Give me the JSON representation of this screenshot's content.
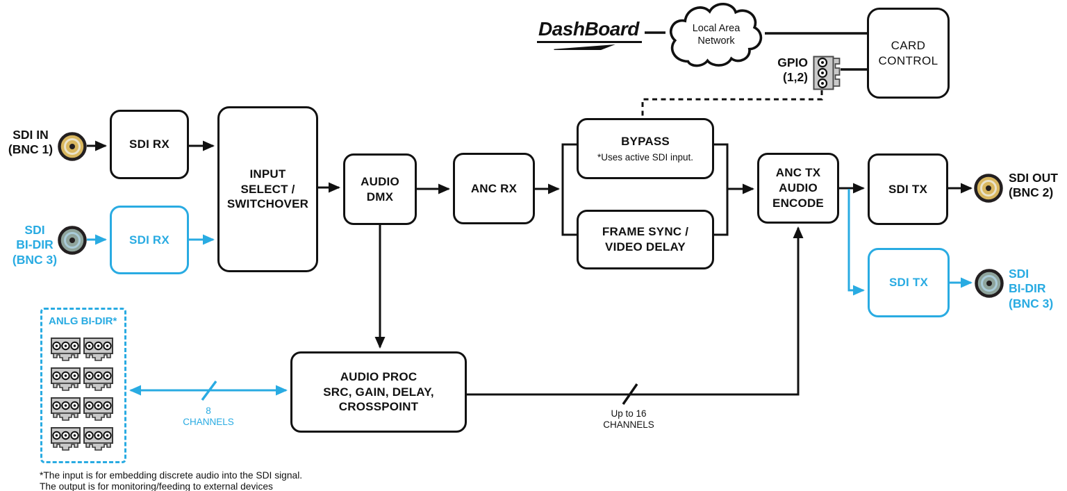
{
  "colors": {
    "accent_blue": "#29ABE2",
    "line_black": "#111111",
    "bnc_gold": "#D9B75F",
    "bnc_gold_ring": "#EAE3CB",
    "bnc_gray": "#8FA49C",
    "bnc_gray_ring": "#A9CBD9",
    "connector_gray": "#C9C9C9"
  },
  "header": {
    "dashboard_logo": "DashBoard",
    "lan_cloud": "Local Area\nNetwork",
    "card_control": "CARD\nCONTROL",
    "gpio_label": "GPIO\n(1,2)"
  },
  "blocks": {
    "sdi_rx_1": "SDI RX",
    "sdi_rx_2": "SDI RX",
    "input_select": "INPUT\nSELECT /\nSWITCHOVER",
    "audio_dmx": "AUDIO\nDMX",
    "anc_rx": "ANC RX",
    "bypass_title": "BYPASS",
    "bypass_note": "*Uses active SDI input.",
    "frame_sync": "FRAME SYNC /\nVIDEO DELAY",
    "anc_tx": "ANC TX\nAUDIO\nENCODE",
    "sdi_tx_1": "SDI TX",
    "sdi_tx_2": "SDI TX",
    "audio_proc": "AUDIO PROC\nSRC, GAIN, DELAY,\nCROSSPOINT"
  },
  "ports": {
    "sdi_in": "SDI IN\n(BNC 1)",
    "sdi_bidir_in": "SDI\nBI-DIR\n(BNC 3)",
    "sdi_out": "SDI OUT\n(BNC 2)",
    "sdi_bidir_out": "SDI\nBI-DIR\n(BNC 3)",
    "anlg_bidir": "ANLG BI-DIR*"
  },
  "annotations": {
    "channels_8": "8\nCHANNELS",
    "channels_16": "Up to 16\nCHANNELS",
    "footnote": "*The input is for embedding discrete audio into the SDI signal.\nThe output is for monitoring/feeding to external devices"
  }
}
